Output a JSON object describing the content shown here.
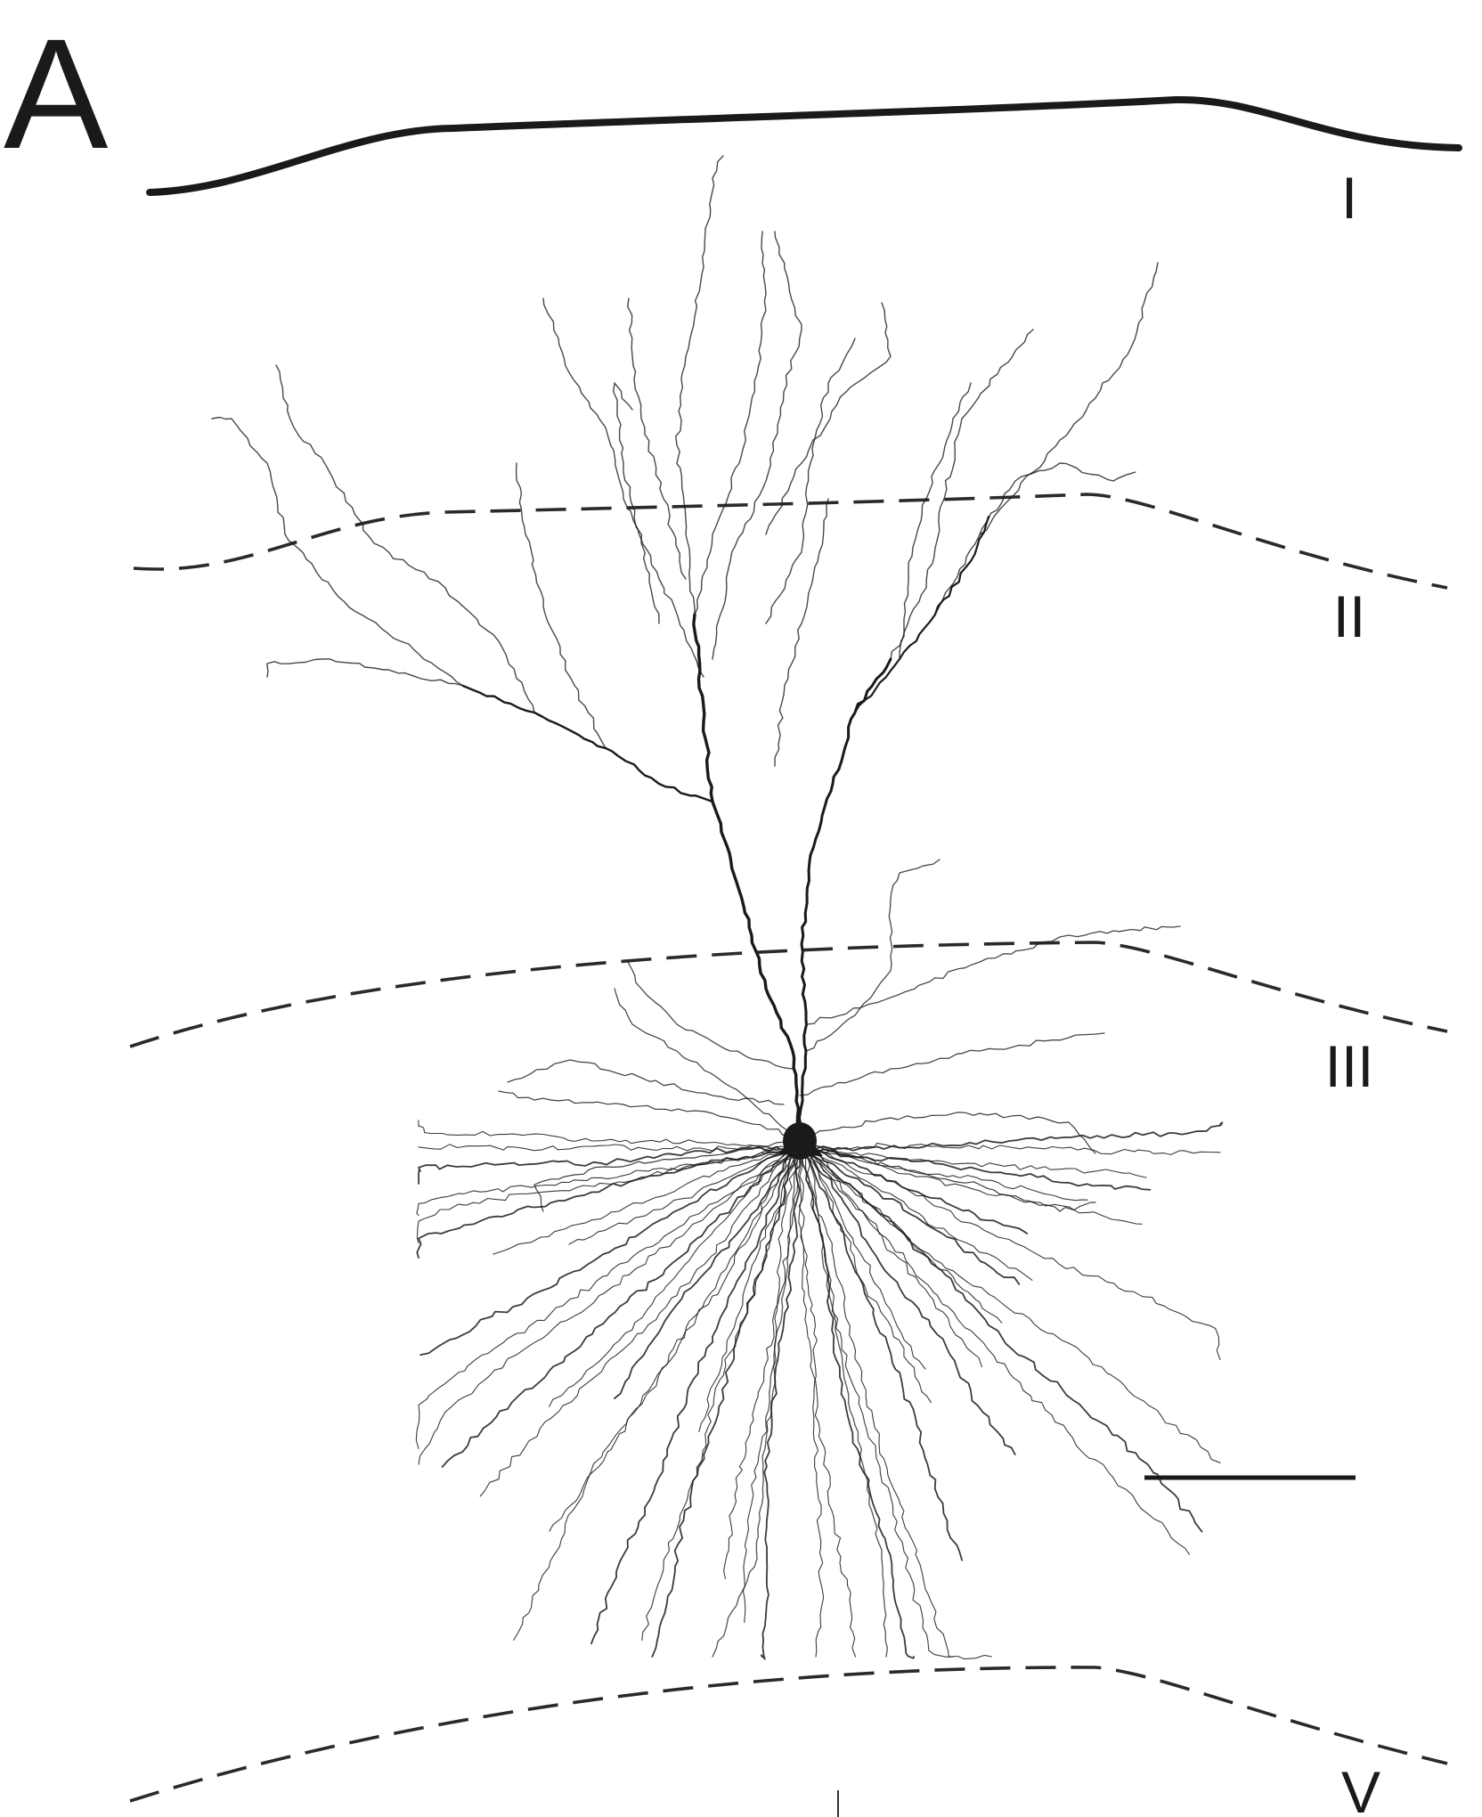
{
  "panel": {
    "letter": "A"
  },
  "layers": [
    {
      "id": "I",
      "label": "I",
      "boundary": "solid"
    },
    {
      "id": "II",
      "label": "II",
      "boundary": "dashed"
    },
    {
      "id": "III",
      "label": "III",
      "boundary": "dashed"
    },
    {
      "id": "V",
      "label": "V",
      "boundary": "dashed"
    }
  ],
  "neuron": {
    "type": "pyramidal",
    "color": "#1a1a1a"
  },
  "scale_bar": {
    "label": ""
  },
  "colors": {
    "ink": "#1a1a1a",
    "background": "#ffffff"
  }
}
